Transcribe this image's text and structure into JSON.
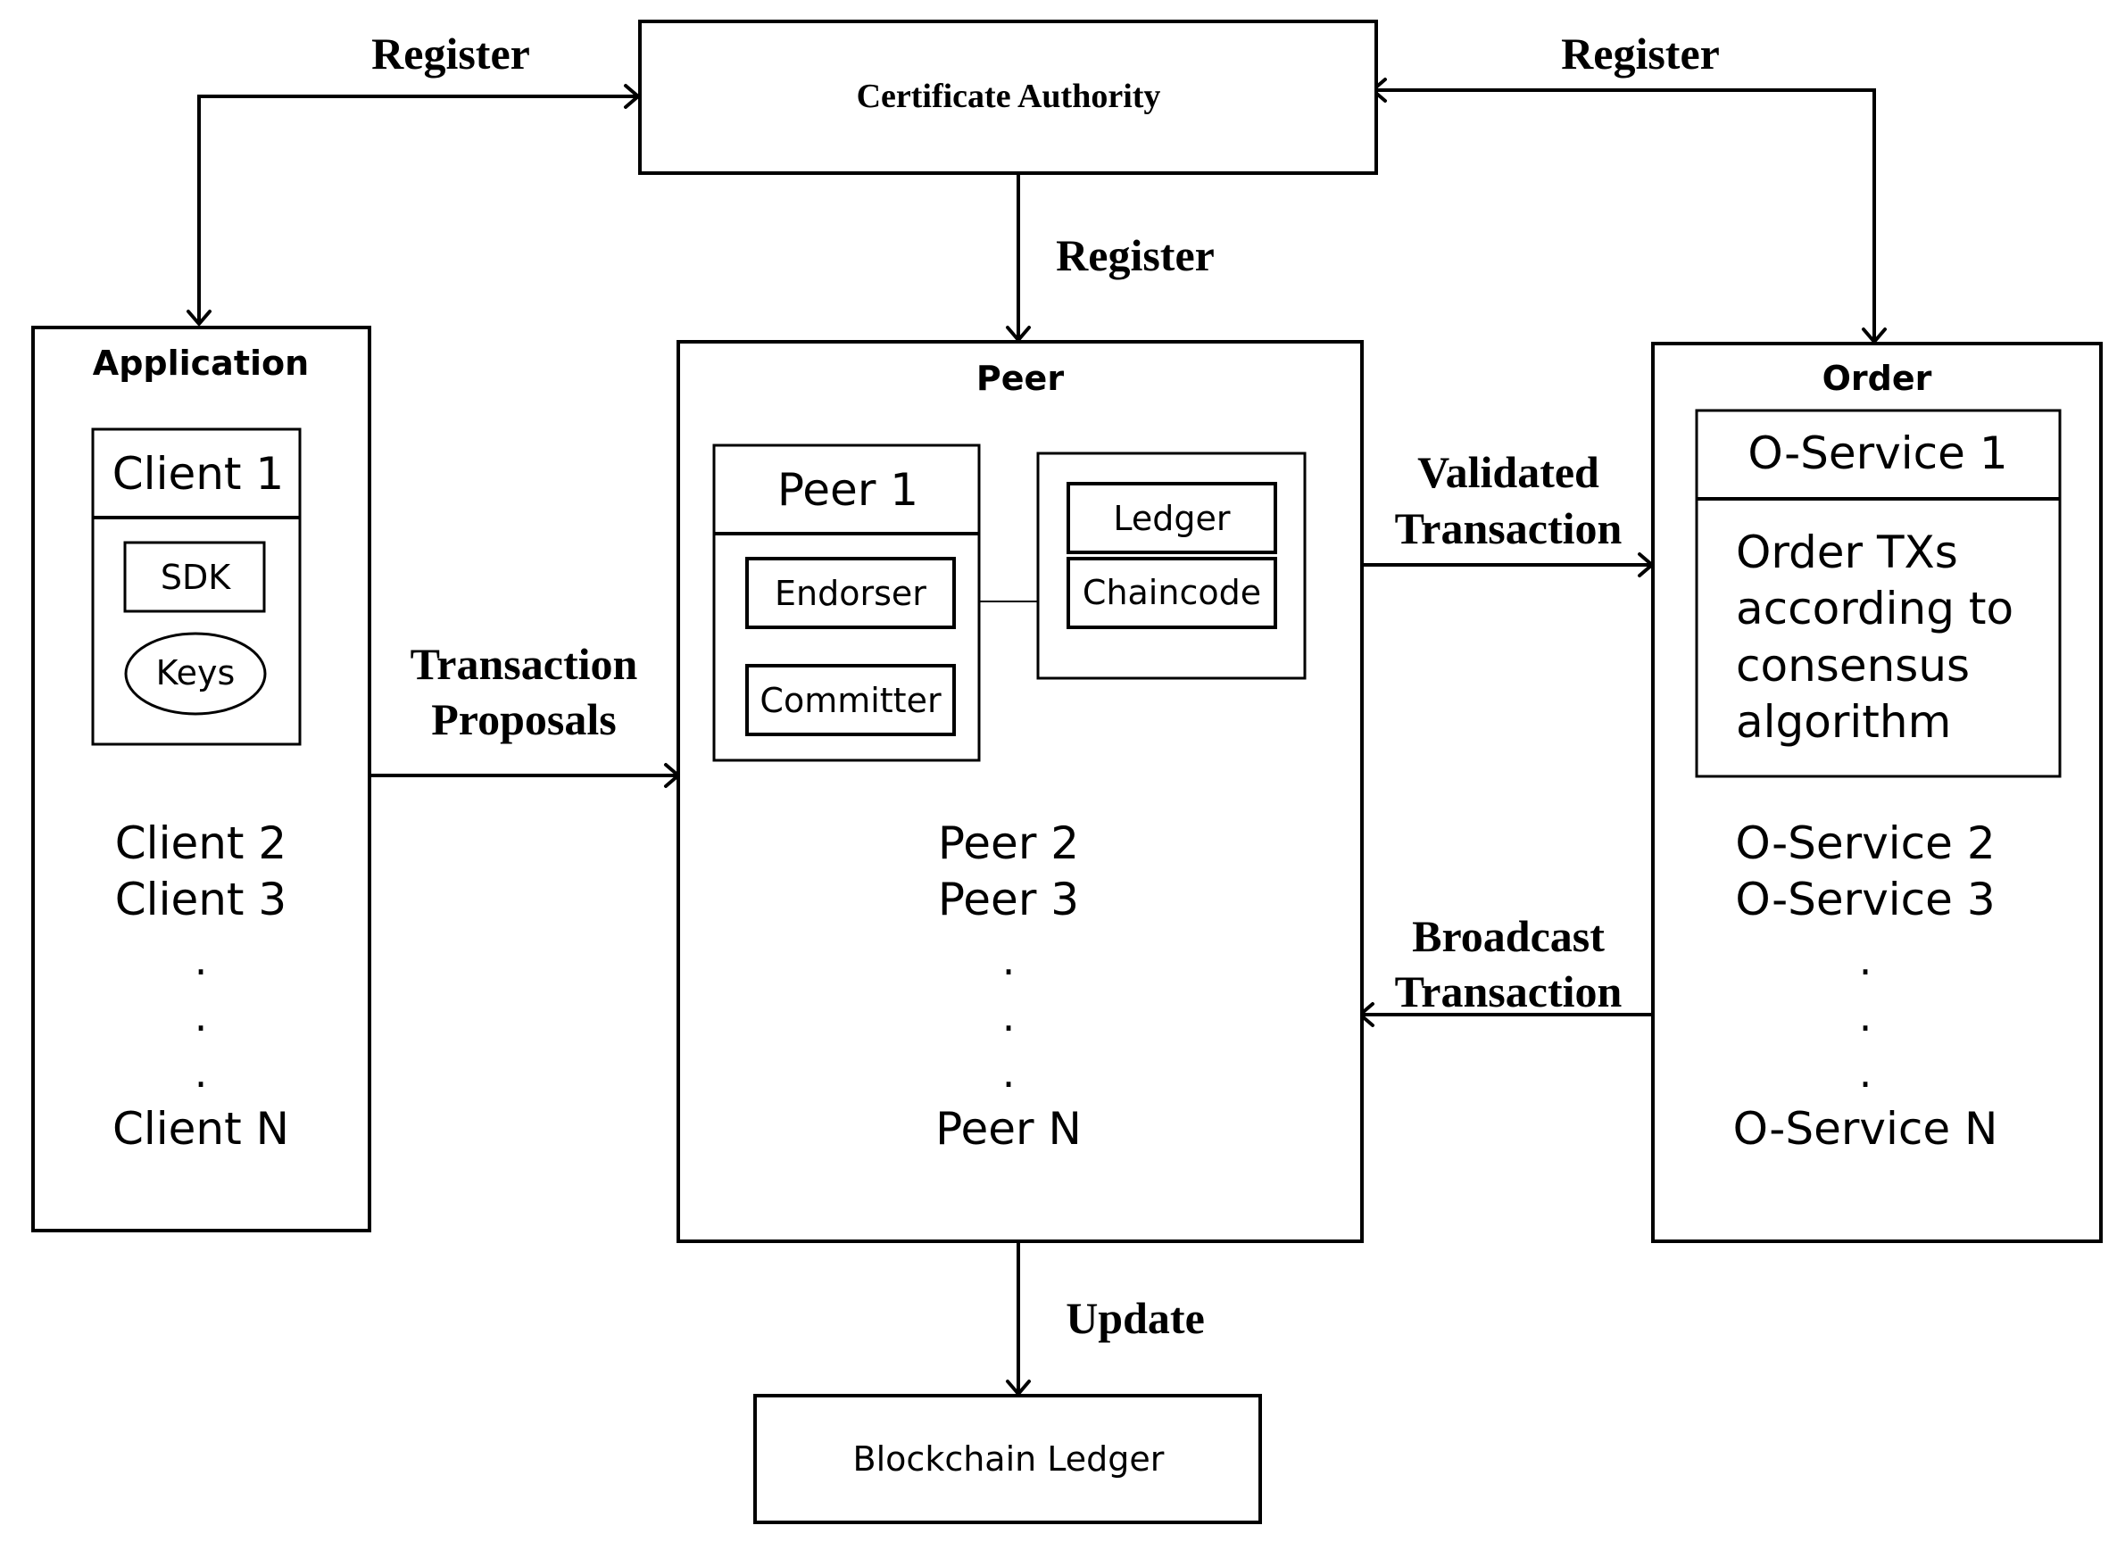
{
  "ca": {
    "label": "Certificate Authority"
  },
  "application": {
    "title": "Application",
    "client1": "Client 1",
    "sdk": "SDK",
    "keys": "Keys",
    "client2": "Client 2",
    "client3": "Client 3",
    "dot": ".",
    "clientN": "Client N"
  },
  "peer": {
    "title": "Peer",
    "peer1": "Peer 1",
    "endorser": "Endorser",
    "committer": "Committer",
    "ledger": "Ledger",
    "chaincode": "Chaincode",
    "peer2": "Peer 2",
    "peer3": "Peer 3",
    "dot": ".",
    "peerN": "Peer N"
  },
  "order": {
    "title": "Order",
    "service1": "O-Service 1",
    "desc": [
      "Order TXs",
      "according to",
      "consensus",
      "algorithm"
    ],
    "service2": "O-Service 2",
    "service3": "O-Service 3",
    "dot": ".",
    "serviceN": "O-Service N"
  },
  "ledger": {
    "label": "Blockchain Ledger"
  },
  "edges": {
    "register_app": "Register",
    "register_order": "Register",
    "register_peer": "Register",
    "proposals": [
      "Transaction",
      "Proposals"
    ],
    "validated": [
      "Validated",
      "Transaction"
    ],
    "broadcast": [
      "Broadcast",
      "Transaction"
    ],
    "update": "Update"
  }
}
